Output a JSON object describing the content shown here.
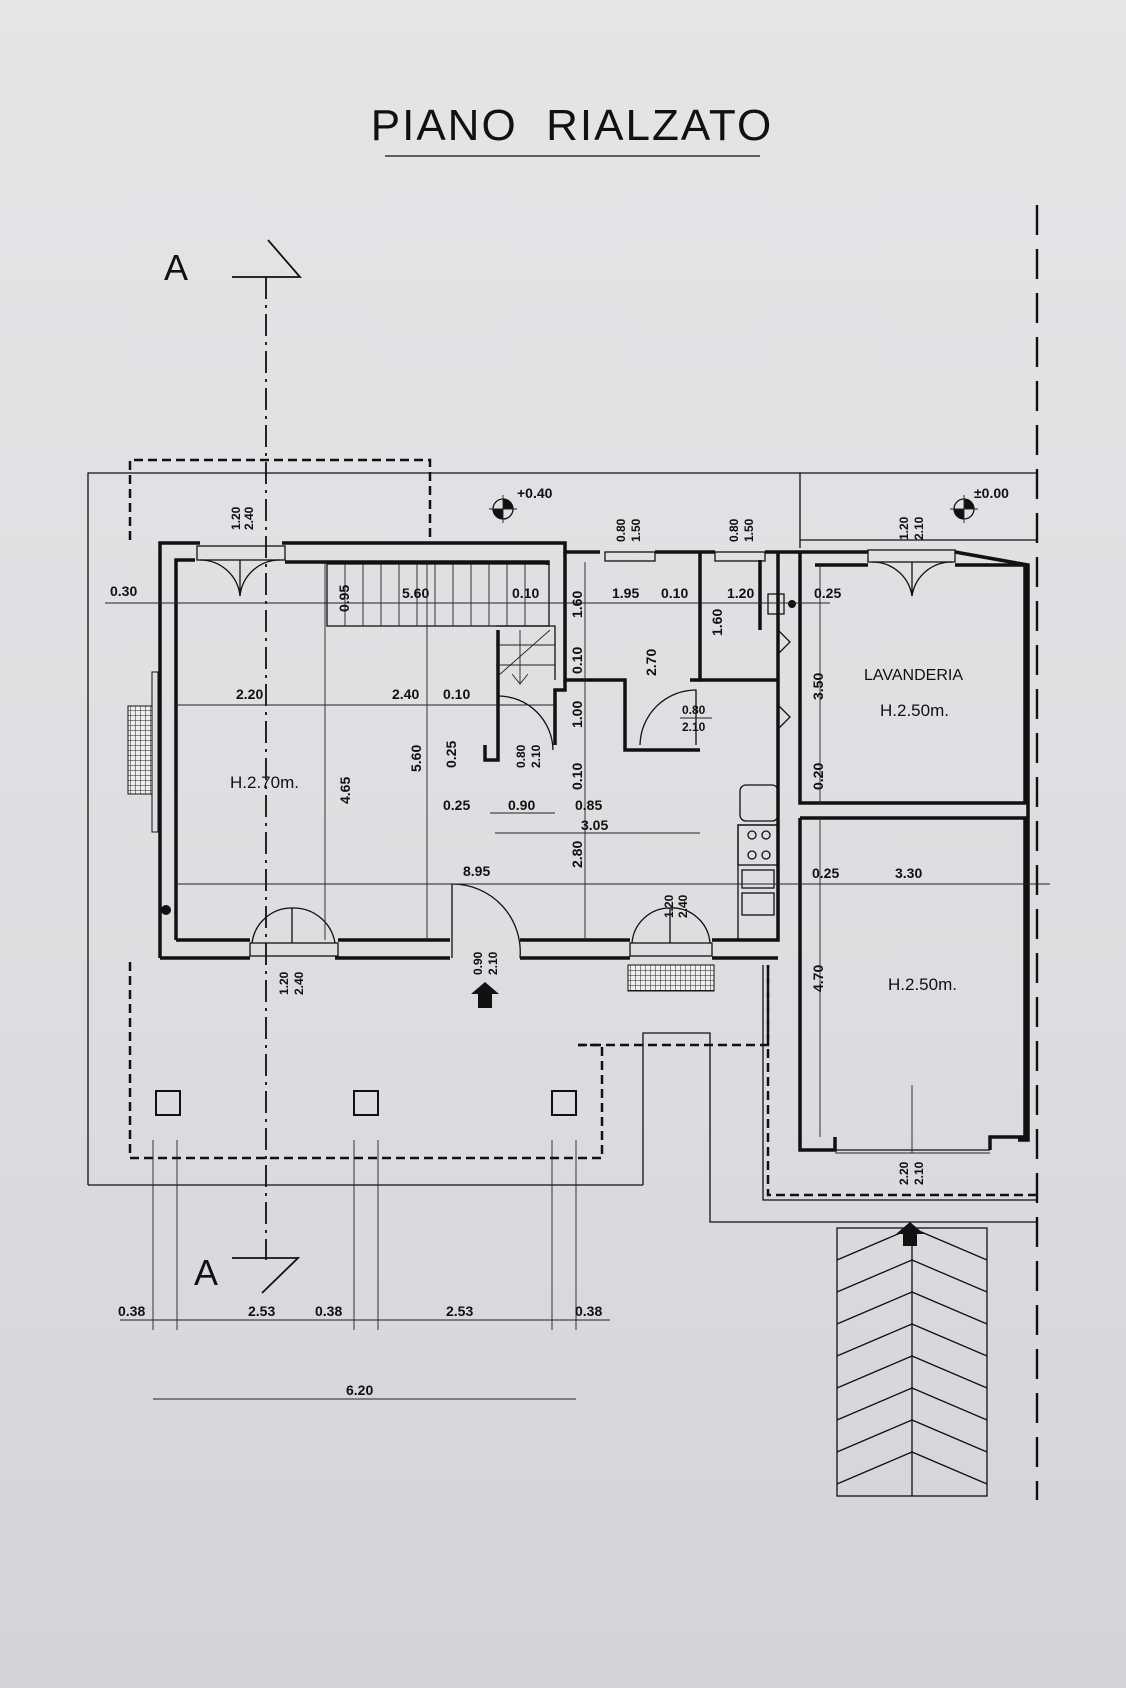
{
  "drawing": {
    "title": "PIANO  RIALZATO",
    "section_marker": "A",
    "levels": {
      "upper": "+0.40",
      "ground": "±0.00"
    }
  },
  "rooms": {
    "living_height": "H.2.70m.",
    "laundry_name": "LAVANDERIA",
    "laundry_height": "H.2.50m.",
    "garage_height": "H.2.50m."
  },
  "windows": {
    "w1": [
      "1.20",
      "2.40"
    ],
    "w2": [
      "0.80",
      "1.50"
    ],
    "w3": [
      "0.80",
      "1.50"
    ],
    "w4": [
      "1.20",
      "2.10"
    ],
    "w5": [
      "1.20",
      "2.40"
    ],
    "w6": [
      "1.20",
      "2.40"
    ],
    "door_entry": [
      "0.90",
      "2.10"
    ],
    "door_inner": [
      "0.80",
      "2.10"
    ],
    "door_bath": [
      "0.80",
      "2.10"
    ],
    "garage_door": [
      "2.20",
      "2.10"
    ]
  },
  "dimensions": {
    "d_030": "0.30",
    "d_095": "0.95",
    "d_560a": "5.60",
    "d_010a": "0.10",
    "d_160a": "1.60",
    "d_195": "1.95",
    "d_010b": "0.10",
    "d_120": "1.20",
    "d_025a": "0.25",
    "d_160b": "1.60",
    "d_270": "2.70",
    "d_010c": "0.10",
    "d_350": "3.50",
    "d_220": "2.20",
    "d_240": "2.40",
    "d_010d": "0.10",
    "d_100": "1.00",
    "d_465": "4.65",
    "d_560b": "5.60",
    "d_025b": "0.25",
    "d_010e": "0.10",
    "d_020": "0.20",
    "d_025c": "0.25",
    "d_090": "0.90",
    "d_085": "0.85",
    "d_305": "3.05",
    "d_280": "2.80",
    "d_895": "8.95",
    "d_025d": "0.25",
    "d_330": "3.30",
    "d_470": "4.70",
    "bottom_row": [
      "0.38",
      "2.53",
      "0.38",
      "2.53",
      "0.38"
    ],
    "d_620": "6.20"
  }
}
